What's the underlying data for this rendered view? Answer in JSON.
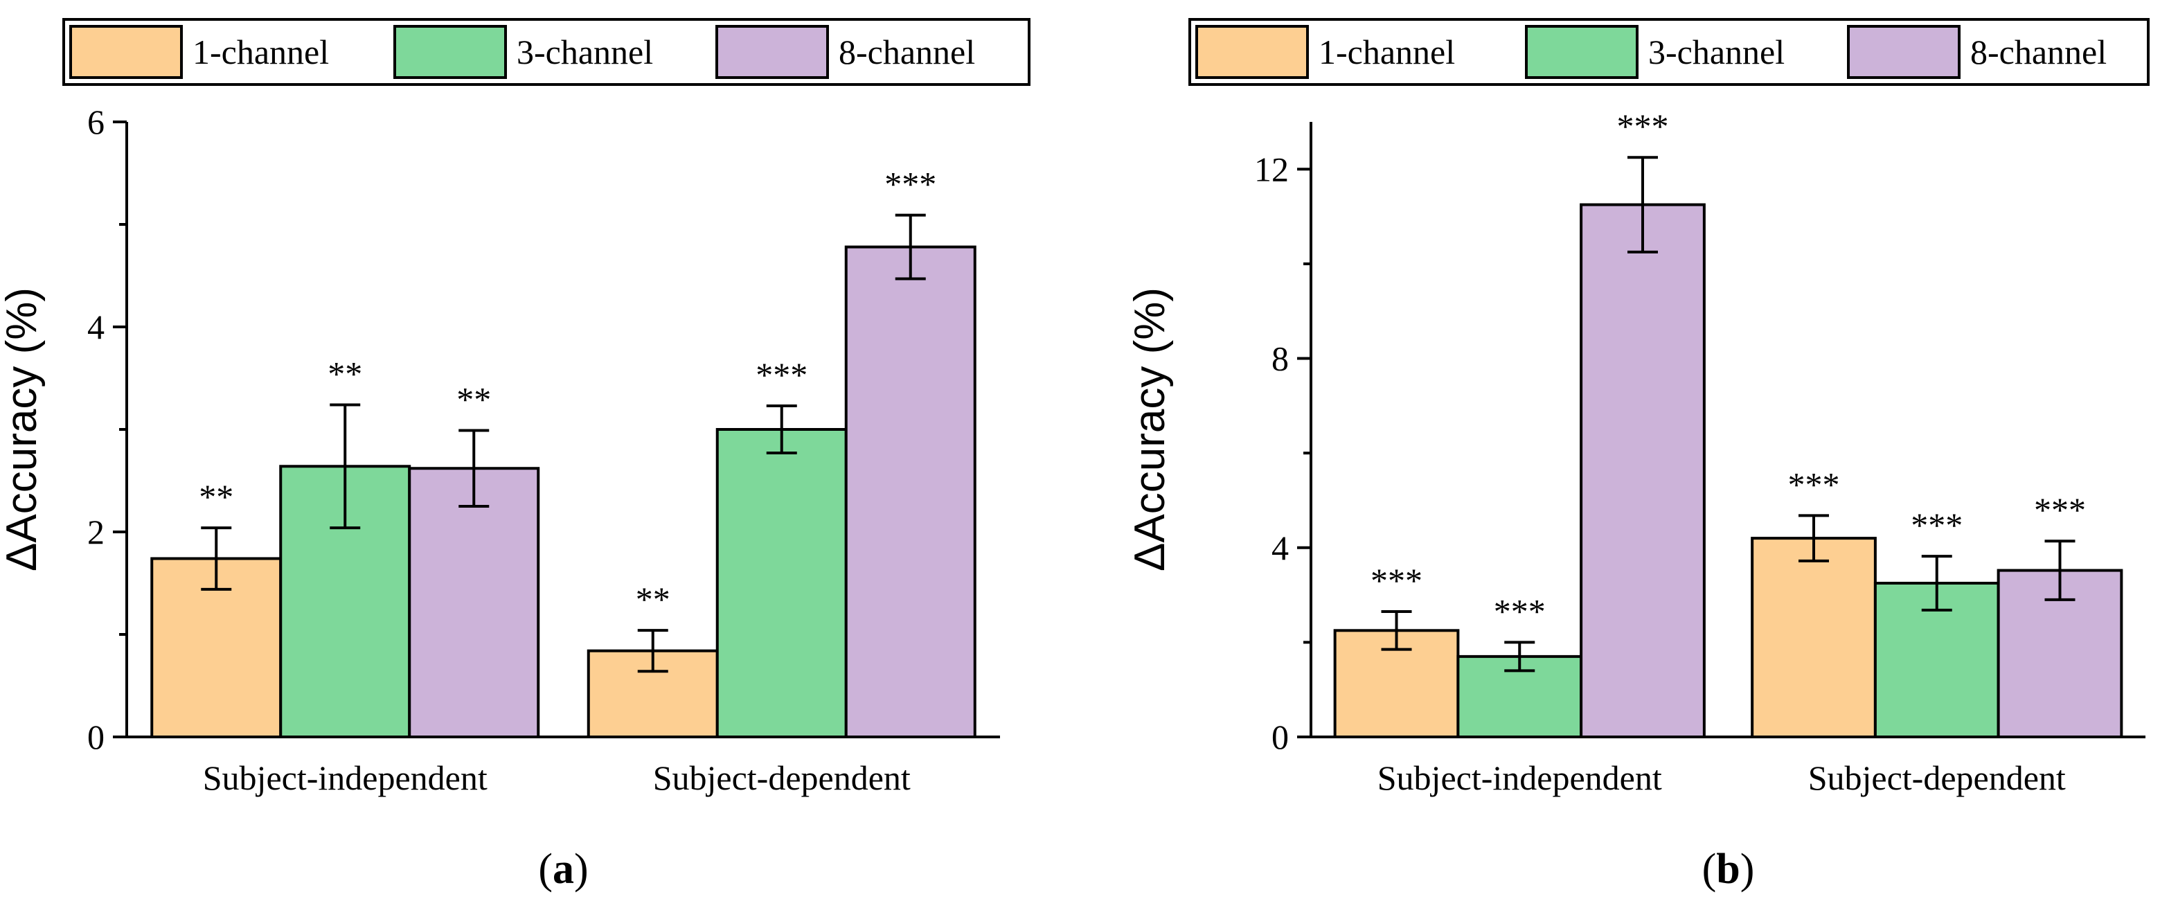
{
  "chart_data": [
    {
      "type": "bar",
      "panel_label": "(a)",
      "panel_label_parts": {
        "open": "(",
        "letter": "a",
        "close": ")"
      },
      "ylabel": "ΔAccuracy (%)",
      "xlabel": "",
      "ylim": [
        0,
        6
      ],
      "yticks": [
        0,
        2,
        4,
        6
      ],
      "ytick_labels": [
        "0",
        "2",
        "4",
        "6"
      ],
      "categories": [
        "Subject-independent",
        "Subject-dependent"
      ],
      "series": [
        {
          "name": "1-channel",
          "color": "#fdcf92",
          "values": [
            1.74,
            0.84
          ],
          "errors": [
            0.3,
            0.2
          ],
          "significance": [
            "**",
            "**"
          ]
        },
        {
          "name": "3-channel",
          "color": "#7ed89a",
          "values": [
            2.64,
            3.0
          ],
          "errors": [
            0.6,
            0.23
          ],
          "significance": [
            "**",
            "***"
          ]
        },
        {
          "name": "8-channel",
          "color": "#ccb3d9",
          "values": [
            2.62,
            4.78
          ],
          "errors": [
            0.37,
            0.31
          ],
          "significance": [
            "**",
            "***"
          ]
        }
      ],
      "legend_position": "top",
      "grid": false
    },
    {
      "type": "bar",
      "panel_label": "(b)",
      "panel_label_parts": {
        "open": "(",
        "letter": "b",
        "close": ")"
      },
      "ylabel": "ΔAccuracy (%)",
      "xlabel": "",
      "ylim": [
        0,
        13
      ],
      "yticks": [
        0,
        4,
        8,
        12
      ],
      "ytick_labels": [
        "0",
        "4",
        "8",
        "12"
      ],
      "categories": [
        "Subject-independent",
        "Subject-dependent"
      ],
      "series": [
        {
          "name": "1-channel",
          "color": "#fdcf92",
          "values": [
            2.25,
            4.2
          ],
          "errors": [
            0.4,
            0.48
          ],
          "significance": [
            "***",
            "***"
          ]
        },
        {
          "name": "3-channel",
          "color": "#7ed89a",
          "values": [
            1.7,
            3.25
          ],
          "errors": [
            0.3,
            0.57
          ],
          "significance": [
            "***",
            "***"
          ]
        },
        {
          "name": "8-channel",
          "color": "#ccb3d9",
          "values": [
            11.25,
            3.52
          ],
          "errors": [
            1.0,
            0.62
          ],
          "significance": [
            "***",
            "***"
          ]
        }
      ],
      "legend_position": "top",
      "grid": false
    }
  ]
}
